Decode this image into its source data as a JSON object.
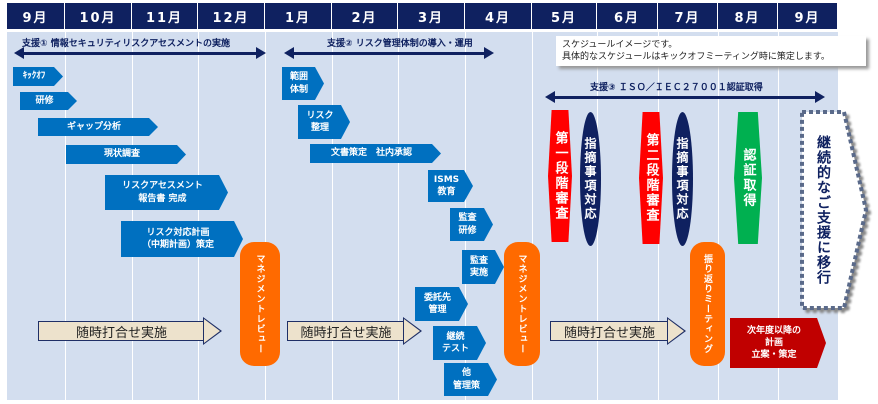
{
  "months": [
    "9月",
    "10月",
    "11月",
    "12月",
    "1月",
    "2月",
    "3月",
    "4月",
    "5月",
    "6月",
    "7月",
    "8月",
    "9月"
  ],
  "support1": {
    "label": "支援① 情報セキュリティリスクアセスメントの実施"
  },
  "support2": {
    "label": "支援② リスク管理体制の導入・運用"
  },
  "support3": {
    "label": "支援③ ＩＳＯ／ＩＥＣ２７００１認証取得"
  },
  "note": {
    "line1": "スケジュールイメージです。",
    "line2": "具体的なスケジュールはキックオフミーティング時に策定します。"
  },
  "tasks1": [
    "ｷｯｸｵﾌ",
    "研修",
    "ギャップ分析",
    "現状調査",
    "リスクアセスメント\n報告書 完成",
    "リスク対応計画\n（中期計画）策定"
  ],
  "tasks2": [
    "範囲\n体制",
    "リスク\n整理",
    "文書策定　社内承認",
    "ISMS\n教育",
    "監査\n研修",
    "監査\n実施",
    "委託先\n管理",
    "継続\nテスト",
    "他\n管理策"
  ],
  "management_review": "マネジメントレビュー",
  "retrospective": "振り返りミーティング",
  "meetings": "随時打合せ実施",
  "stage1": "第一段階審査",
  "stage2": "第二段階審査",
  "findings": "指摘事項対応",
  "certification": "認証取得",
  "continuation": "継続的なご支援に移行",
  "next_year": "次年度以降の\n計画\n立案・策定"
}
